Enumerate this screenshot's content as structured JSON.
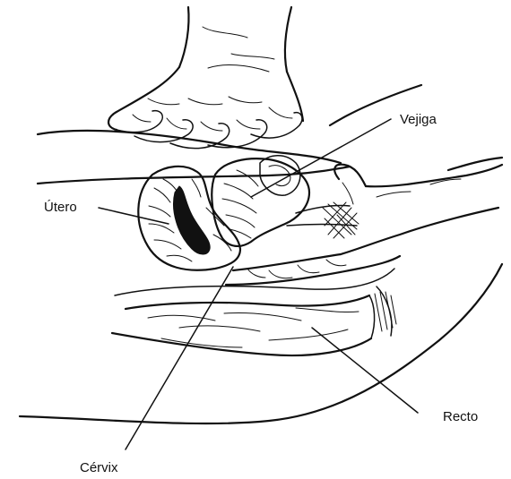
{
  "labels": {
    "bladder": "Vejiga",
    "uterus": "Útero",
    "rectum": "Recto",
    "cervix": "Cérvix"
  },
  "colors": {
    "ink": "#111111",
    "background": "#ffffff"
  }
}
